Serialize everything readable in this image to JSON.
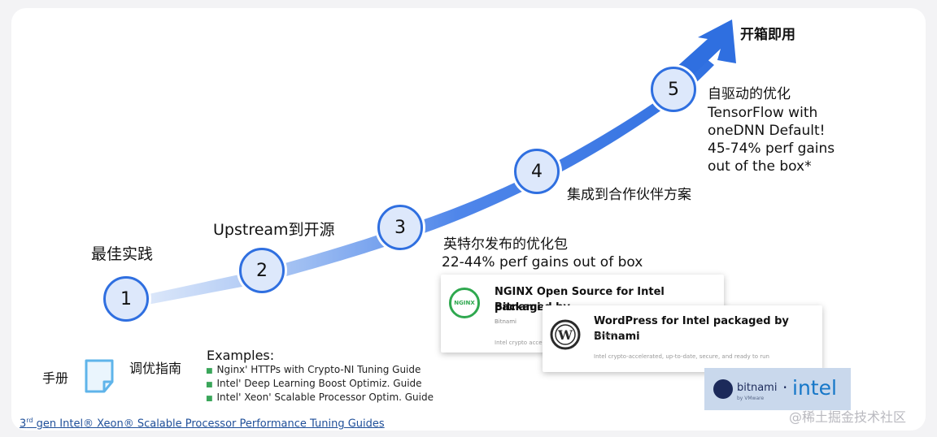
{
  "steps": [
    {
      "number": "1",
      "label": "最佳实践"
    },
    {
      "number": "2",
      "label": "Upstream到开源"
    },
    {
      "number": "3",
      "label": "英特尔发布的优化包",
      "detail": "22-44% perf gains out of box"
    },
    {
      "number": "4",
      "label": "集成到合作伙伴方案"
    },
    {
      "number": "5",
      "label": "自驱动的优化",
      "detail_lines": [
        "TensorFlow with",
        "oneDNN Default!",
        "45-74% perf gains",
        "out of the box*"
      ]
    }
  ],
  "arrow_label": "开箱即用",
  "manual": {
    "left_label": "手册",
    "right_label": "调优指南",
    "icon": "document-icon"
  },
  "examples": {
    "heading": "Examples:",
    "items": [
      "Nginx' HTTPs with Crypto-NI Tuning Guide",
      "Intel' Deep Learning Boost Optimiz. Guide",
      "Intel' Xeon' Scalable Processor Optim. Guide"
    ]
  },
  "cards": [
    {
      "title_line1": "NGINX Open Source for Intel packaged by",
      "title_line2": "Bitnami",
      "sub": "Bitnami",
      "desc": "Intel crypto acce",
      "logo": "NGINX"
    },
    {
      "title": "WordPress for Intel packaged by Bitnami",
      "sub": "Bitnami",
      "desc": "Intel crypto-accelerated, up-to-date, secure, and ready to run",
      "logo": "wordpress-icon"
    }
  ],
  "partner_logos": {
    "bitnami": "bitnami",
    "bitnami_sub": "by VMware",
    "separator": "·",
    "intel": "intel"
  },
  "footer_link": {
    "sup": "rd",
    "prefix": "3",
    "text": " gen Intel® Xeon® Scalable Processor Performance Tuning Guides"
  },
  "watermark": "@稀土掘金技术社区",
  "colors": {
    "accent": "#2f6fe0",
    "circle_fill": "#dde8fb",
    "bullet": "#3aa65a"
  }
}
